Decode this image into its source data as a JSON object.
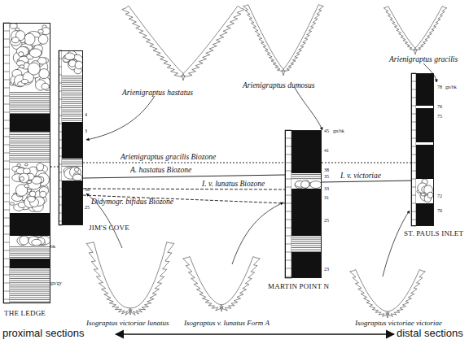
{
  "diagram": {
    "nodes": [
      {
        "text": [
          "THE LEDGE"
        ]
      },
      {
        "text": [
          "JIM'S COVE"
        ]
      },
      {
        "text": [
          "MARTIN POINT N"
        ]
      },
      {
        "text": [
          "ST. PAULS INLET"
        ]
      }
    ],
    "edges": [
      {
        "from": 0,
        "to": 1,
        "arrow": "none"
      },
      {
        "from": 1,
        "to": 2,
        "label": "Arienigraptus gracilis Biozone",
        "arrow": "none"
      },
      {
        "from": 1,
        "to": 2,
        "label": "A. hastatus Biozone",
        "arrow": "none"
      },
      {
        "from": 2,
        "to": 3,
        "label": "I. v. victoriae",
        "arrow": "none"
      },
      {
        "from": 1,
        "to": 2,
        "label": "I. v. lunatus Biozone",
        "arrow": "none"
      },
      {
        "from": 1,
        "to": 2,
        "label": "Didymogr. bifidus Biozone",
        "arrow": "none"
      },
      {
        "from": 2,
        "to": 3,
        "arrow": "none"
      }
    ],
    "labels": [
      "Arienigraptus hastatus",
      "Arienigraptus dumosus",
      "Arienigraptus gracilis",
      "Isograptus victoriae lunatus",
      "Isograptus v. lunatus Form A",
      "Isograptus victoriae victoriae",
      "proximal sections",
      "distal sections",
      "4",
      "3",
      "30",
      "25",
      "45",
      "41",
      "38",
      "35",
      "33",
      "31",
      "25",
      "23",
      "78",
      "76",
      "75",
      "72",
      "70",
      "gn/bk",
      "gn/bk",
      "gn/gy",
      "bk"
    ]
  }
}
